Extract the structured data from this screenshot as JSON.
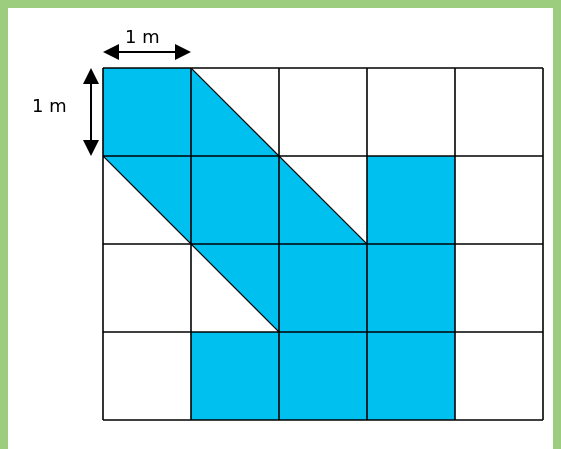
{
  "diagram": {
    "width_label": "1 m",
    "height_label": "1 m",
    "grid_columns": 5,
    "grid_rows": 4,
    "colors": {
      "frame": "#9ccc7e",
      "panel": "#ffffff",
      "shaded": "#00c0f0",
      "lines": "#000000"
    }
  }
}
